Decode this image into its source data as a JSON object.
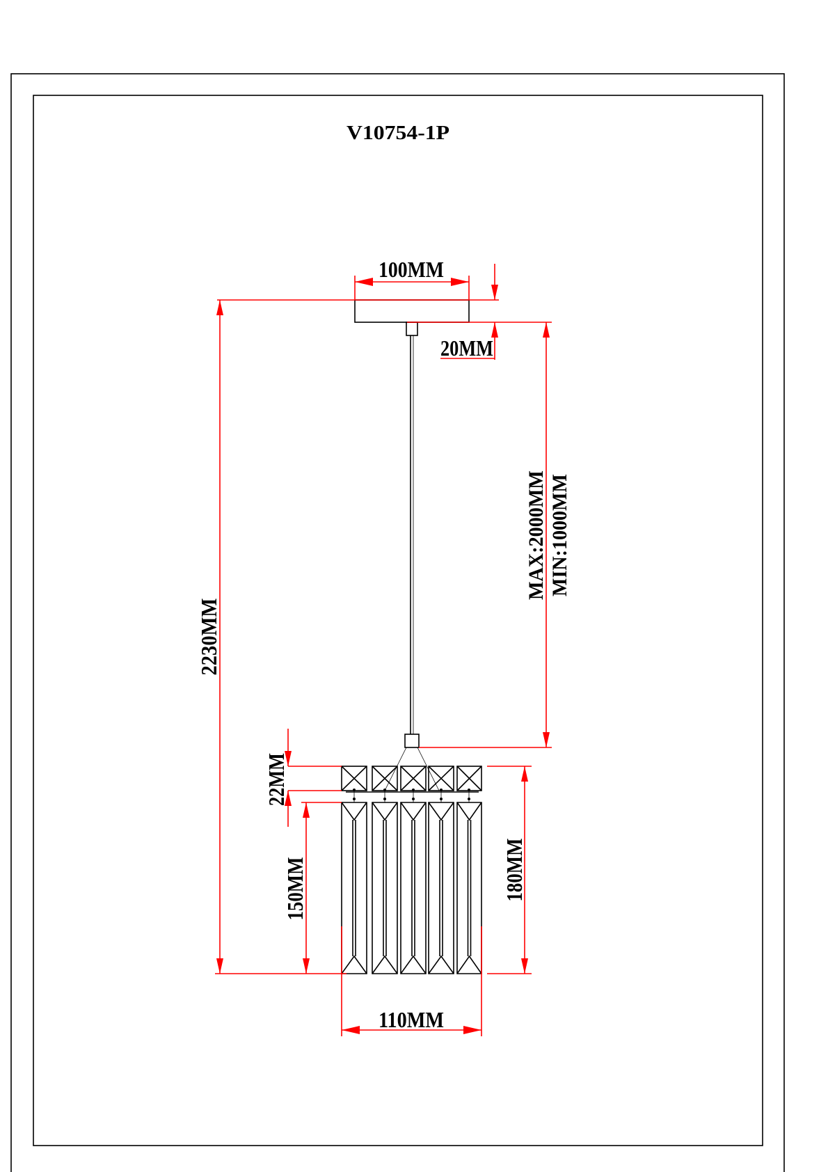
{
  "title": "V10754-1P",
  "dimensions": {
    "canopy_width": "100MM",
    "canopy_height": "20MM",
    "total_height": "2230MM",
    "cable_max": "MAX:2000MM",
    "cable_min": "MIN:1000MM",
    "head_height": "22MM",
    "crystal_height": "150MM",
    "shade_height": "180MM",
    "shade_width": "110MM"
  },
  "colors": {
    "dimension": "#ff0000",
    "outline": "#000000"
  }
}
